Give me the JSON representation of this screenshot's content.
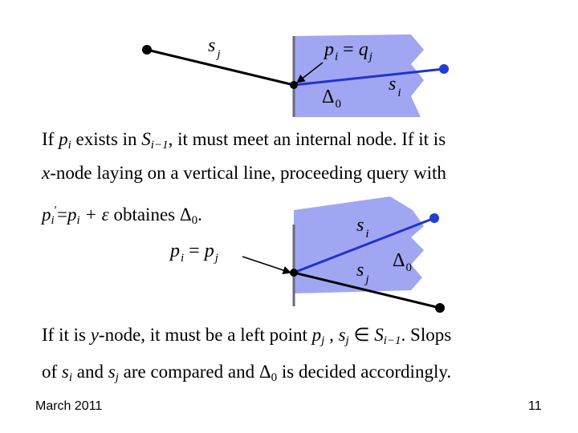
{
  "slide": {
    "paragraph1": {
      "line1_a": "If ",
      "line1_p": "p",
      "line1_p_sub": "i",
      "line1_b": " exists in ",
      "line1_S": "S",
      "line1_S_sub": "i−1",
      "line1_c": ", it must meet an internal node. If it is",
      "line2_x": "x",
      "line2_a": "-node laying on a vertical line, proceeding query with",
      "line3_p1": "p",
      "line3_p1_sub": "i",
      "line3_prime": "′",
      "line3_eq": "=",
      "line3_p2": "p",
      "line3_p2_sub": "i",
      "line3_plus": " + ε",
      "line3_b": " obtaines ",
      "line3_delta": "Δ",
      "line3_delta_sub": "0",
      "line3_end": "."
    },
    "paragraph2": {
      "line1_a": "If it is ",
      "line1_y": "y",
      "line1_b": "-node, it must be a left point ",
      "line1_p": "p",
      "line1_p_sub": "j",
      "line1_comma": " , ",
      "line1_s": "s",
      "line1_s_sub": "j",
      "line1_in": " ∈ ",
      "line1_S": "S",
      "line1_S_sub": "i−1",
      "line1_c": ". Slops",
      "line2_a": "of ",
      "line2_s1": "s",
      "line2_s1_sub": "i",
      "line2_b": " and ",
      "line2_s2": "s",
      "line2_s2_sub": "j",
      "line2_c": " are compared and ",
      "line2_delta": "Δ",
      "line2_delta_sub": "0",
      "line2_d": " is decided accordingly."
    },
    "footer_left": "March 2011",
    "footer_right": "11"
  },
  "diagram_top": {
    "label_sj": "s",
    "label_sj_sub": "j",
    "label_eq_p": "p",
    "label_eq_p_sub": "i",
    "label_eq_sign": "=",
    "label_eq_q": "q",
    "label_eq_q_sub": "j",
    "label_si": "s",
    "label_si_sub": "i",
    "label_delta": "Δ",
    "label_delta_sub": "0"
  },
  "diagram_bottom": {
    "label_si": "s",
    "label_si_sub": "i",
    "label_sj": "s",
    "label_sj_sub": "j",
    "label_delta": "Δ",
    "label_delta_sub": "0",
    "label_eq_p1": "p",
    "label_eq_p1_sub": "i",
    "label_eq_sign": "=",
    "label_eq_p2": "p",
    "label_eq_p2_sub": "j"
  },
  "colors": {
    "region_fill": "#a0a6f2",
    "segment_blue": "#2233cc",
    "point_blue": "#1f3fd0",
    "segment_black": "#000000"
  }
}
